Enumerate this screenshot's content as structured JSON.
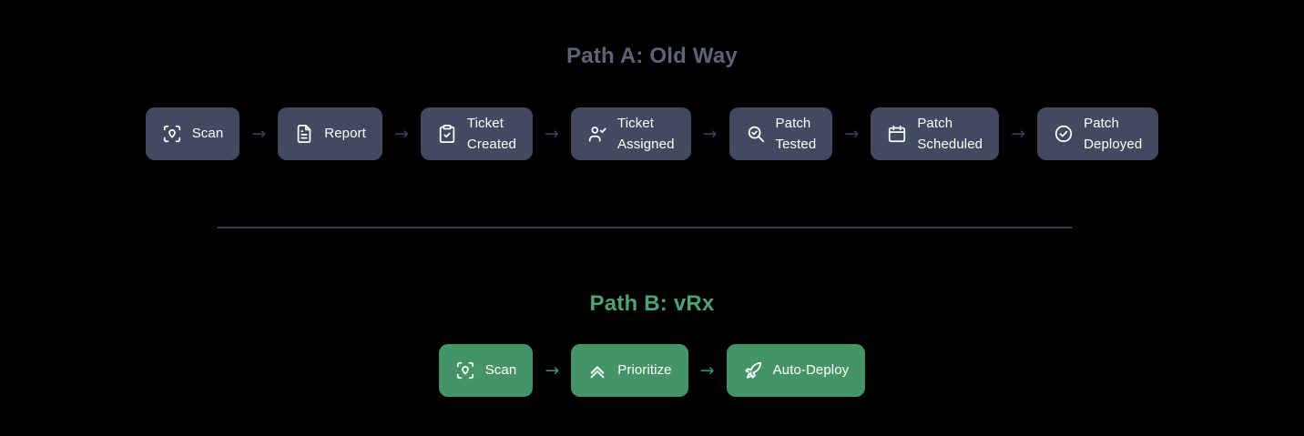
{
  "background_color": "#000000",
  "paths": [
    {
      "id": "path-a",
      "title": "Path A: Old Way",
      "title_color": "#5c6478",
      "node_color": "#414a61",
      "arrow_color": "#39415a",
      "arrow_glyph": "→",
      "steps": [
        {
          "label": "Scan",
          "icon": "scan-icon"
        },
        {
          "label": "Report",
          "icon": "document-icon"
        },
        {
          "label": "Ticket\nCreated",
          "icon": "clipboard-check-icon"
        },
        {
          "label": "Ticket\nAssigned",
          "icon": "user-check-icon"
        },
        {
          "label": "Patch\nTested",
          "icon": "search-check-icon"
        },
        {
          "label": "Patch\nScheduled",
          "icon": "calendar-icon"
        },
        {
          "label": "Patch\nDeployed",
          "icon": "check-circle-icon"
        }
      ]
    },
    {
      "id": "path-b",
      "title": "Path B: vRx",
      "title_color": "#4ea373",
      "node_color": "#459467",
      "arrow_color": "#3f8d61",
      "arrow_glyph": "→",
      "steps": [
        {
          "label": "Scan",
          "icon": "scan-icon"
        },
        {
          "label": "Prioritize",
          "icon": "chevrons-up-icon"
        },
        {
          "label": "Auto-Deploy",
          "icon": "rocket-icon"
        }
      ]
    }
  ],
  "divider": {
    "color": "#343c53"
  }
}
